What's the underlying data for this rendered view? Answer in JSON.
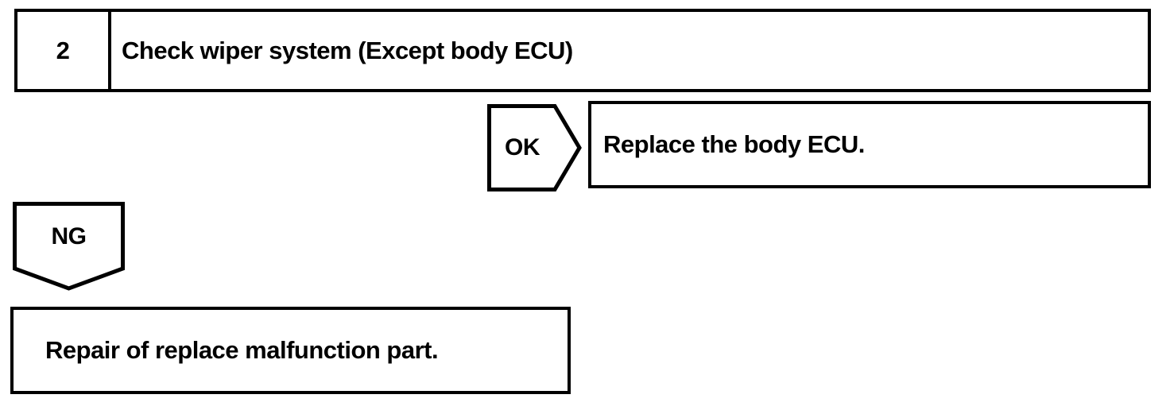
{
  "flowchart": {
    "step": {
      "number": "2",
      "title": "Check wiper system (Except body ECU)"
    },
    "ok_branch": {
      "label": "OK",
      "action": "Replace the body ECU."
    },
    "ng_branch": {
      "label": "NG",
      "action": "Repair of replace malfunction part."
    }
  },
  "colors": {
    "ink": "#000000",
    "paper": "#ffffff"
  }
}
